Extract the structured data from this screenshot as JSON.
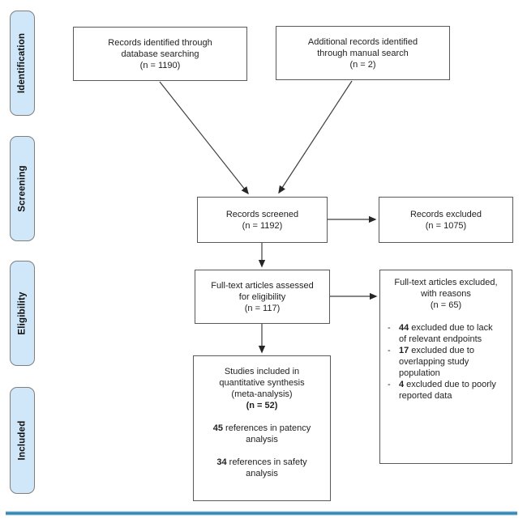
{
  "sidebar": {
    "stages": [
      {
        "label": "Identification"
      },
      {
        "label": "Screening"
      },
      {
        "label": "Eligibility"
      },
      {
        "label": "Included"
      }
    ]
  },
  "boxes": {
    "db_search": {
      "line1": "Records identified through",
      "line2": "database searching",
      "line3": "(n = 1190)"
    },
    "manual_search": {
      "line1": "Additional records identified",
      "line2": "through manual search",
      "line3": "(n = 2)"
    },
    "screened": {
      "line1": "Records screened",
      "line2": "(n = 1192)"
    },
    "records_excluded": {
      "line1": "Records excluded",
      "line2": "(n = 1075)"
    },
    "full_text_assessed": {
      "line1": "Full-text articles assessed",
      "line2": "for eligibility",
      "line3": "(n = 117)"
    },
    "full_text_excluded": {
      "line1": "Full-text articles excluded,",
      "line2": "with reasons",
      "line3": "(n = 65)",
      "reasons": [
        {
          "dash": "-",
          "num": "44",
          "text": " excluded due to lack of relevant endpoints"
        },
        {
          "dash": "-",
          "num": "17",
          "text": " excluded due to overlapping study population"
        },
        {
          "dash": "-",
          "num": "4",
          "text": " excluded due to poorly reported data"
        }
      ]
    },
    "included": {
      "line1": "Studies included in",
      "line2": "quantitative synthesis",
      "line3": "(meta-analysis)",
      "line4": "(n = 52)",
      "patency_num": "45",
      "patency_text": " references in patency",
      "patency_line2": "analysis",
      "safety_num": "34",
      "safety_text": " references in safety",
      "safety_line2": "analysis"
    }
  },
  "style": {
    "stage_fill": "#cfe7f8",
    "stage_border": "#7f7f7f",
    "box_border": "#595959",
    "arrow_color": "#3f3f3f",
    "accent_rule_color": "#3687b2"
  }
}
